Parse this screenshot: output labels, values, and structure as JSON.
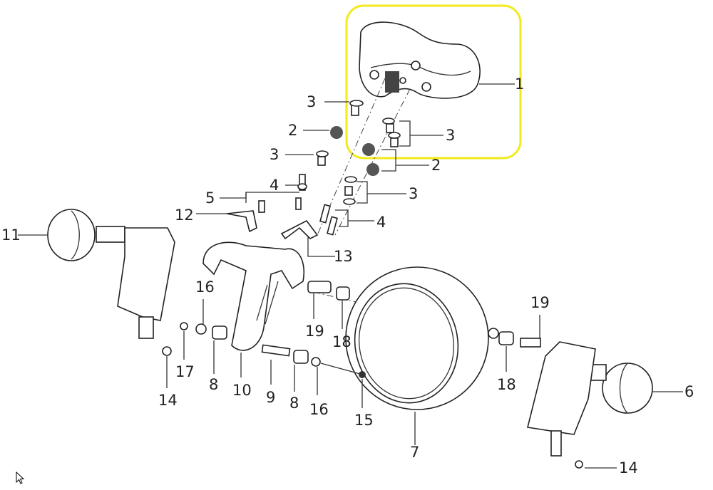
{
  "diagram": {
    "highlight_color": "#f2ea1a",
    "callouts": [
      {
        "id": "c1",
        "text": "1"
      },
      {
        "id": "c3a",
        "text": "3"
      },
      {
        "id": "c2a",
        "text": "2"
      },
      {
        "id": "c3b",
        "text": "3"
      },
      {
        "id": "c4a",
        "text": "4"
      },
      {
        "id": "c5",
        "text": "5"
      },
      {
        "id": "c12",
        "text": "12"
      },
      {
        "id": "c11",
        "text": "11"
      },
      {
        "id": "c3c",
        "text": "3"
      },
      {
        "id": "c2b",
        "text": "2"
      },
      {
        "id": "c3d",
        "text": "3"
      },
      {
        "id": "c4b",
        "text": "4"
      },
      {
        "id": "c13",
        "text": "13"
      },
      {
        "id": "c16a",
        "text": "16"
      },
      {
        "id": "c19a",
        "text": "19"
      },
      {
        "id": "c18a",
        "text": "18"
      },
      {
        "id": "c17",
        "text": "17"
      },
      {
        "id": "c8a",
        "text": "8"
      },
      {
        "id": "c10",
        "text": "10"
      },
      {
        "id": "c9",
        "text": "9"
      },
      {
        "id": "c8b",
        "text": "8"
      },
      {
        "id": "c16b",
        "text": "16"
      },
      {
        "id": "c15",
        "text": "15"
      },
      {
        "id": "c14a",
        "text": "14"
      },
      {
        "id": "c7",
        "text": "7"
      },
      {
        "id": "c19b",
        "text": "19"
      },
      {
        "id": "c18b",
        "text": "18"
      },
      {
        "id": "c6",
        "text": "6"
      },
      {
        "id": "c14b",
        "text": "14"
      }
    ]
  }
}
